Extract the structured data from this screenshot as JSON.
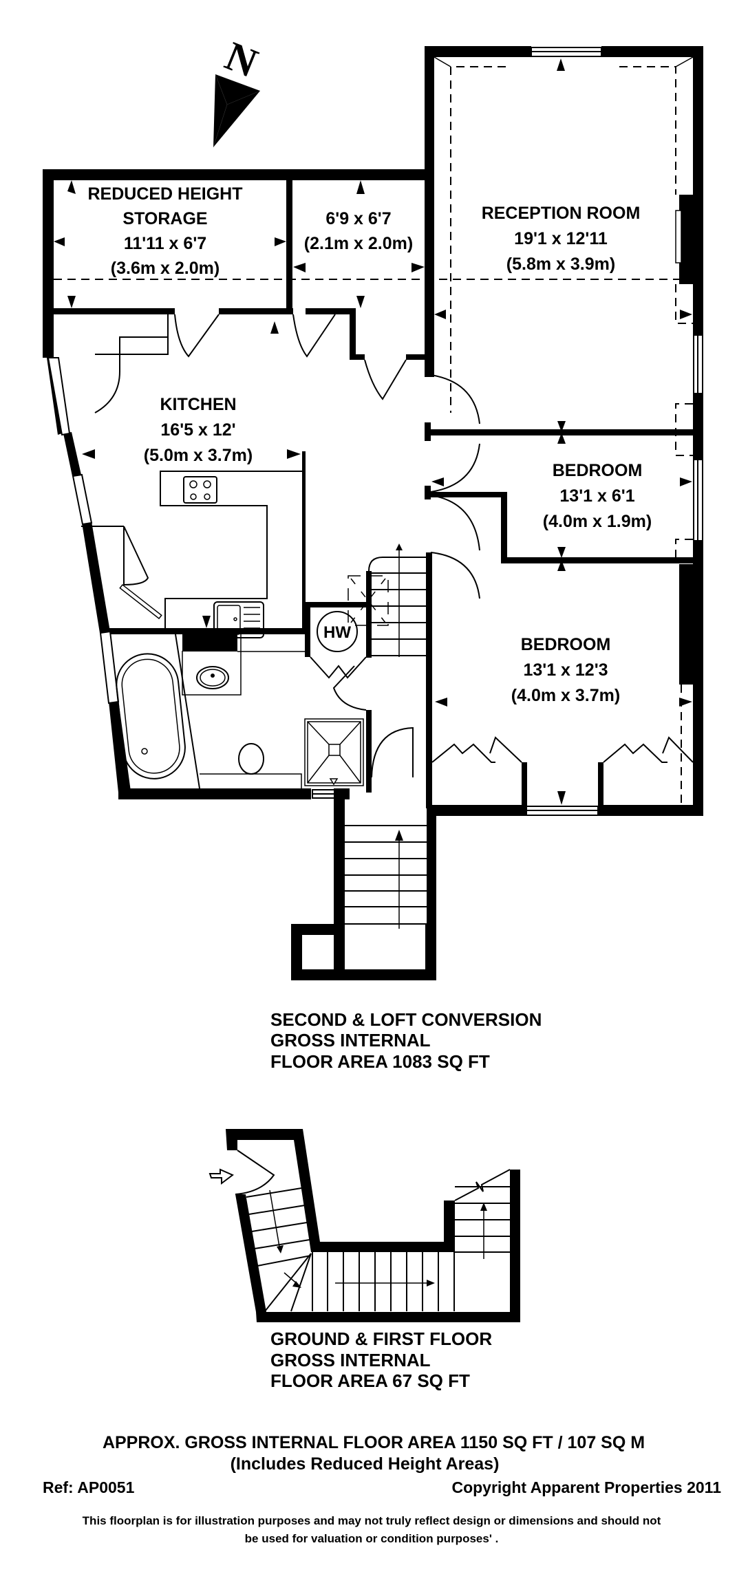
{
  "compass": {
    "label": "N"
  },
  "rooms": {
    "storage_large": {
      "name_line1": "REDUCED HEIGHT",
      "name_line2": "STORAGE",
      "imperial": "11'11 x 6'7",
      "metric": "(3.6m x 2.0m)"
    },
    "storage_small": {
      "imperial": "6'9 x 6'7",
      "metric": "(2.1m x 2.0m)"
    },
    "reception": {
      "name": "RECEPTION ROOM",
      "imperial": "19'1 x 12'11",
      "metric": "(5.8m x 3.9m)"
    },
    "kitchen": {
      "name": "KITCHEN",
      "imperial": "16'5 x 12'",
      "metric": "(5.0m x 3.7m)"
    },
    "bedroom_small": {
      "name": "BEDROOM",
      "imperial": "13'1 x 6'1",
      "metric": "(4.0m x 1.9m)"
    },
    "bedroom_large": {
      "name": "BEDROOM",
      "imperial": "13'1 x 12'3",
      "metric": "(4.0m x 3.7m)"
    },
    "hot_water_cupboard": {
      "label": "HW"
    }
  },
  "floors": {
    "upper": {
      "line1": "SECOND & LOFT CONVERSION",
      "line2": "GROSS INTERNAL",
      "line3": "FLOOR AREA 1083 SQ FT"
    },
    "lower": {
      "line1": "GROUND & FIRST FLOOR",
      "line2": "GROSS INTERNAL",
      "line3": "FLOOR AREA 67 SQ FT"
    }
  },
  "footer": {
    "total_area": "APPROX. GROSS INTERNAL FLOOR AREA 1150 SQ FT / 107 SQ M",
    "total_note": "(Includes Reduced Height Areas)",
    "ref": "Ref:  AP0051",
    "copyright": "Copyright Apparent Properties 2011",
    "disclaimer_line1": "This floorplan is for illustration purposes and may not truly reflect design or dimensions and should not",
    "disclaimer_line2": "be used for valuation or condition purposes' ."
  }
}
